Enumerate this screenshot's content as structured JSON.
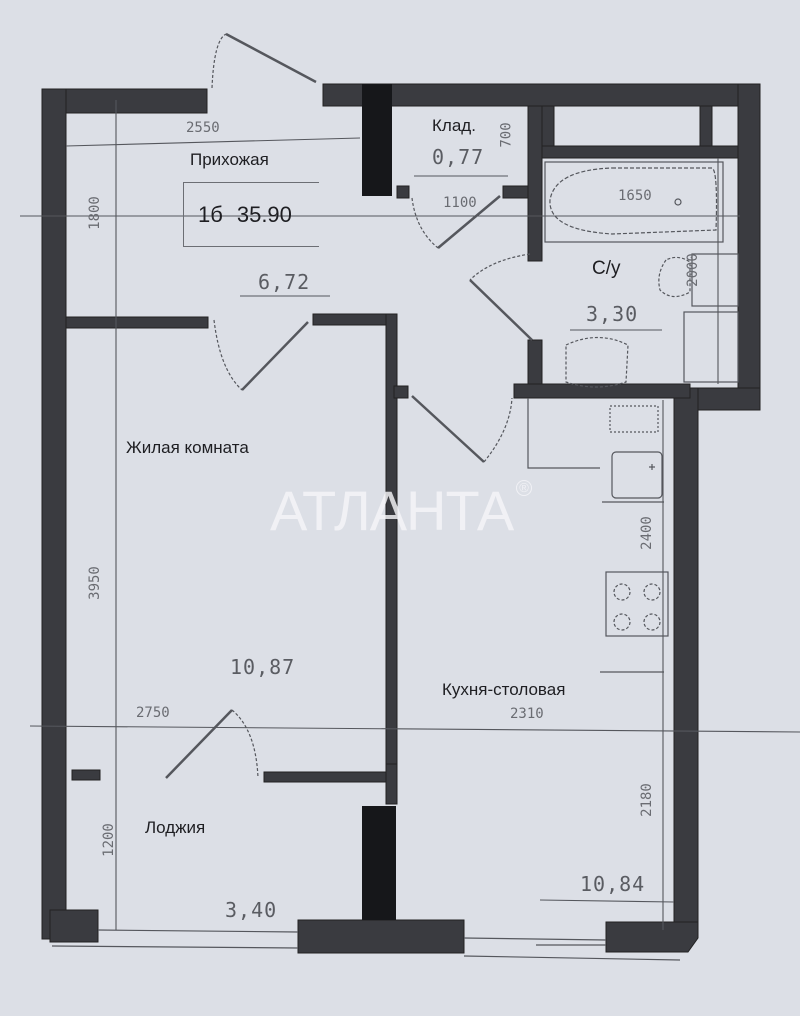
{
  "plan": {
    "unit_type": "1б",
    "total_area": "35.90",
    "watermark": "АТЛАНТА",
    "watermark_mark": "®",
    "colors": {
      "background": "#dcdfe6",
      "wall": "#3a3b40",
      "column": "#16171a",
      "line": "#55575d",
      "text": "#1e1e22",
      "watermark": "#f5f5f8"
    },
    "rooms": [
      {
        "name": "Прихожая",
        "area": "6,72"
      },
      {
        "name": "Клад.",
        "area": "0,77"
      },
      {
        "name": "С/у",
        "area": "3,30"
      },
      {
        "name": "Жилая комната",
        "area": "10,87"
      },
      {
        "name": "Кухня-столовая",
        "area": "10,84"
      },
      {
        "name": "Лоджия",
        "area": "3,40"
      }
    ],
    "dimensions": {
      "hall_width": "2550",
      "hall_depth": "1800",
      "storage_depth": "700",
      "storage_width": "1100",
      "bath_width": "1650",
      "bath_depth": "2000",
      "living_depth": "3950",
      "living_width": "2750",
      "kitchen_width": "2310",
      "kitchen_upper_depth": "2400",
      "kitchen_lower_depth": "2180",
      "loggia_depth": "1200"
    }
  }
}
